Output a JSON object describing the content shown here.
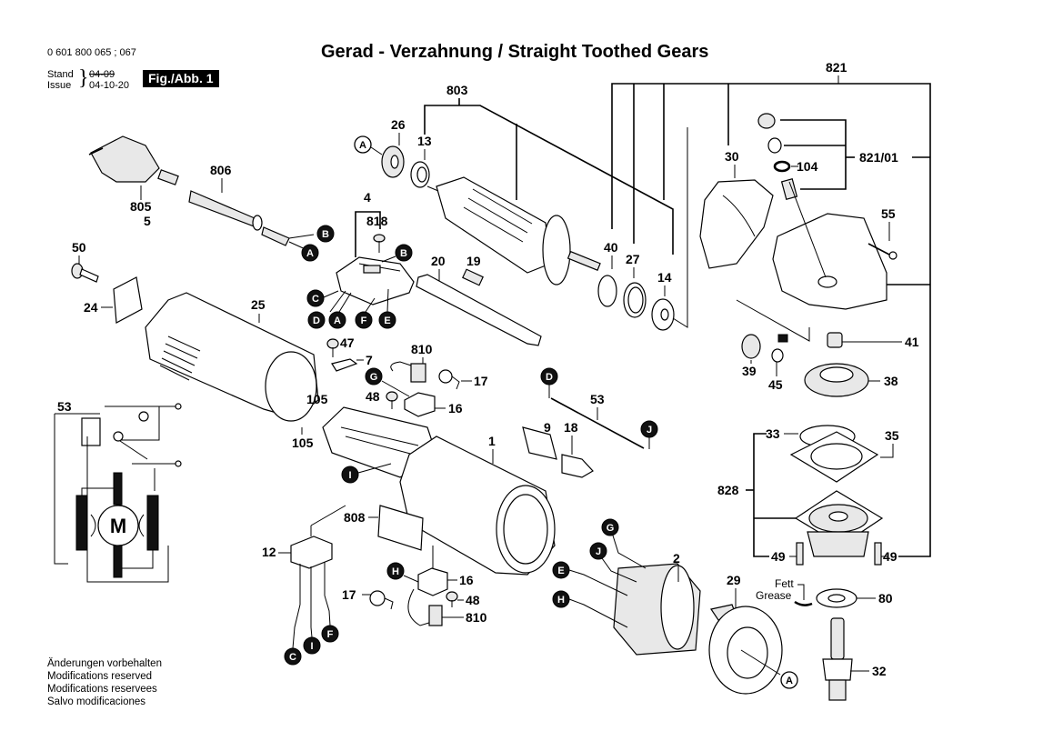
{
  "header": {
    "doc_number": "0 601 800 065 ; 067",
    "stand_label": "Stand",
    "issue_label": "Issue",
    "stand_old_date": "04-09",
    "issue_date": "04-10-20",
    "figure_badge": "Fig./Abb. 1",
    "title": "Gerad - Verzahnung / Straight Toothed Gears"
  },
  "footer_notes": [
    "Änderungen vorbehalten",
    "Modifications reserved",
    "Modifications reservees",
    "Salvo modificaciones"
  ],
  "callouts": {
    "p1": "1",
    "p2": "2",
    "p4": "4",
    "p5": "5",
    "p7": "7",
    "p9": "9",
    "p12": "12",
    "p13": "13",
    "p14": "14",
    "p16a": "16",
    "p16b": "16",
    "p17a": "17",
    "p17b": "17",
    "p18": "18",
    "p19": "19",
    "p20": "20",
    "p24": "24",
    "p25": "25",
    "p26": "26",
    "p27": "27",
    "p29": "29",
    "p30": "30",
    "p32": "32",
    "p33": "33",
    "p35": "35",
    "p38": "38",
    "p39": "39",
    "p40": "40",
    "p41": "41",
    "p45": "45",
    "p47": "47",
    "p48a": "48",
    "p48b": "48",
    "p49a": "49",
    "p49b": "49",
    "p50": "50",
    "p53a": "53",
    "p53b": "53",
    "p55": "55",
    "p80": "80",
    "p104": "104",
    "p105a": "105",
    "p105b": "105",
    "p803": "803",
    "p805": "805",
    "p806": "806",
    "p808": "808",
    "p810a": "810",
    "p810b": "810",
    "p818": "818",
    "p821": "821",
    "p821_01": "821/01",
    "p828": "828"
  },
  "grease_note": {
    "de": "Fett",
    "en": "Grease"
  },
  "motor_symbol": "M",
  "connection_markers": {
    "A_outline_1": "A",
    "A_outline_2": "A",
    "A_cord": "A",
    "B_cord": "B",
    "B_brush": "B",
    "C_brush": "C",
    "D_brush": "D",
    "A_brush": "A",
    "F_brush": "F",
    "E_brush": "E",
    "G_switch": "G",
    "I_switch": "I",
    "D_wire": "D",
    "J_wire": "J",
    "G_field": "G",
    "J_field": "J",
    "E_field": "E",
    "H_field": "H",
    "H_brush2": "H",
    "C_supp": "C",
    "I_supp": "I",
    "F_supp": "F"
  }
}
